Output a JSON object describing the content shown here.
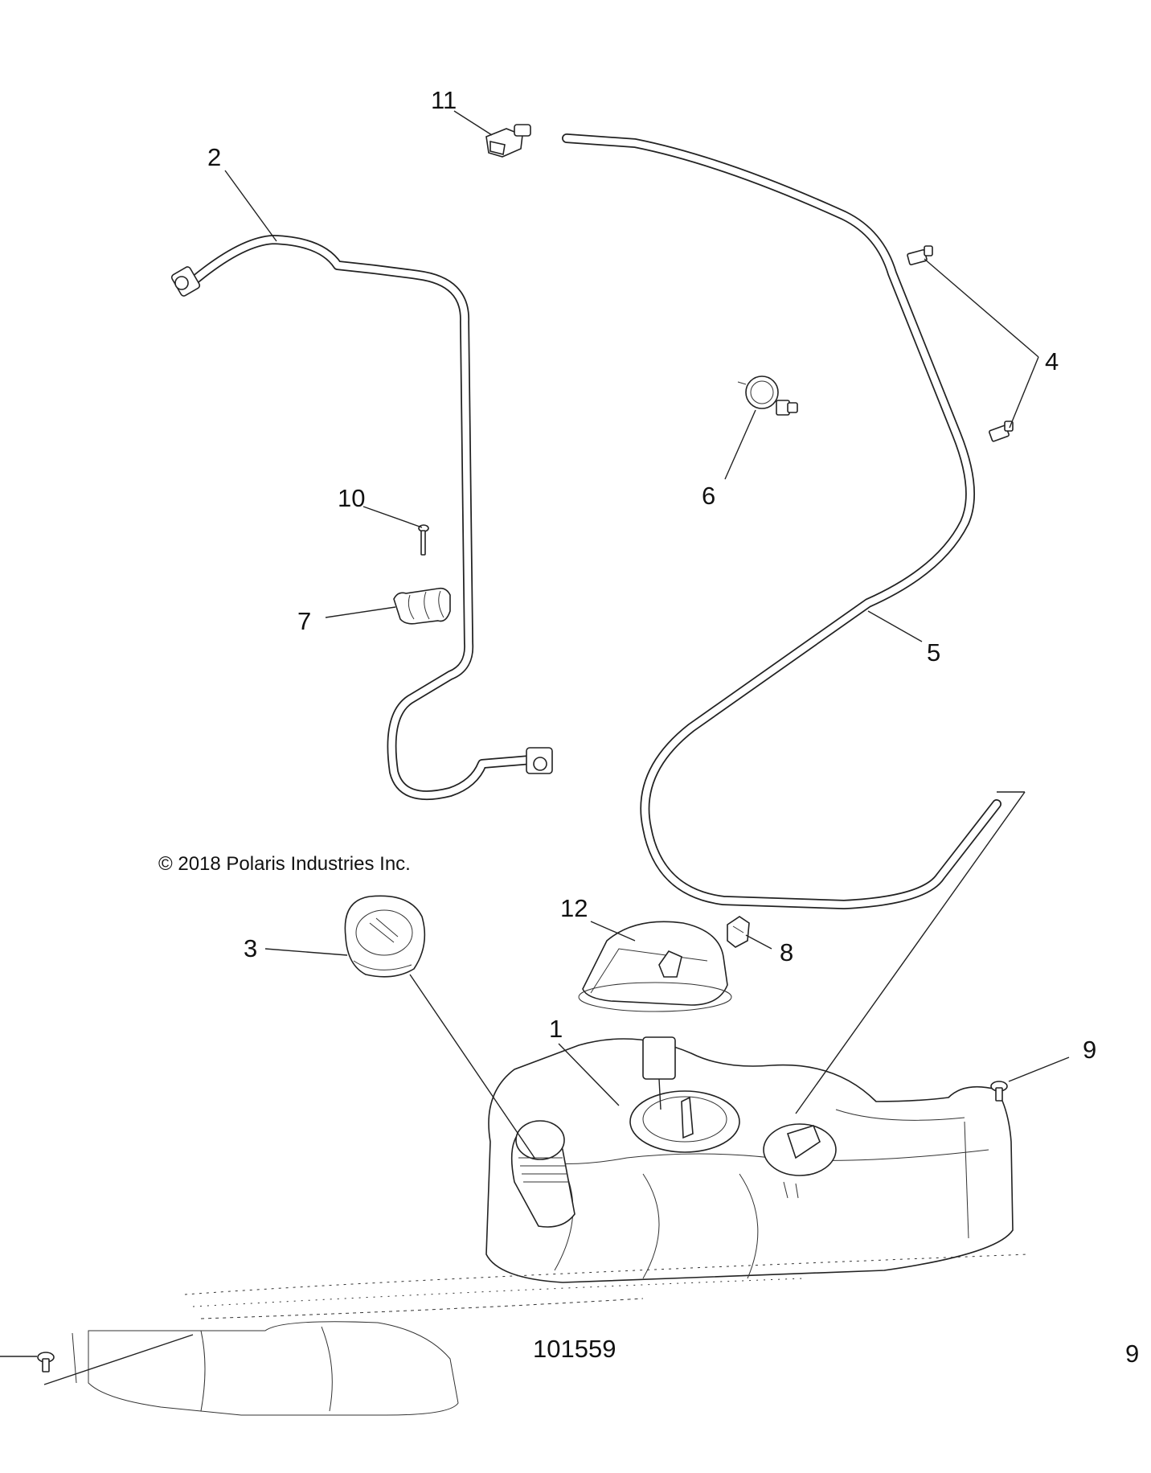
{
  "diagram": {
    "copyright": "© 2018 Polaris Industries Inc.",
    "figure_number": "101559",
    "callouts": {
      "c1": "1",
      "c2": "2",
      "c3": "3",
      "c4": "4",
      "c5": "5",
      "c6": "6",
      "c7": "7",
      "c8": "8",
      "c9": "9",
      "c9b": "9",
      "c10": "10",
      "c11": "11",
      "c12": "12"
    }
  }
}
